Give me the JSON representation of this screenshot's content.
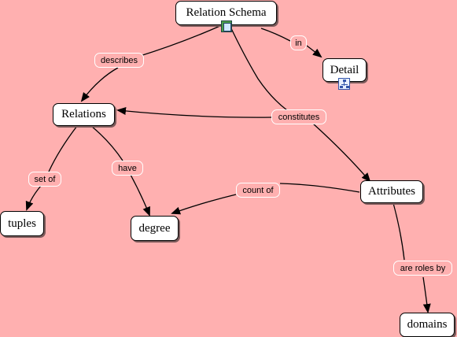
{
  "colors": {
    "background": "#ffb0b0",
    "node_fill": "#ffffff",
    "edge": "#000000",
    "label_border": "#ffffff"
  },
  "concepts": {
    "relation_schema": "Relation Schema",
    "detail": "Detail",
    "relations": "Relations",
    "attributes": "Attributes",
    "tuples": "tuples",
    "degree": "degree",
    "domains": "domains"
  },
  "links": {
    "describes": "describes",
    "in": "in",
    "constitutes": "constitutes",
    "set_of": "set of",
    "have": "have",
    "count_of": "count of",
    "are_roles_by": "are roles by"
  },
  "icons": {
    "relation_schema": "film-resource-icon",
    "detail": "concept-map-resource-icon"
  }
}
